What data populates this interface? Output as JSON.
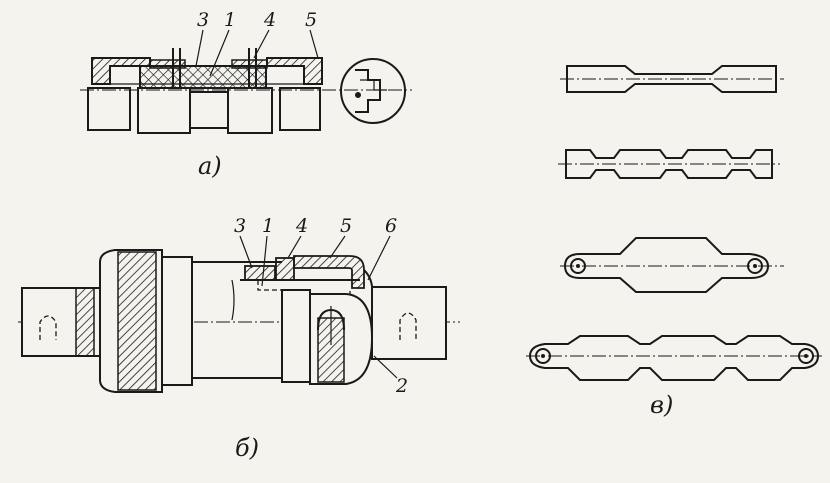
{
  "figure": {
    "view_a": {
      "caption": "а)",
      "callouts": [
        "3",
        "1",
        "4",
        "5"
      ]
    },
    "view_b": {
      "caption": "б)",
      "callouts": [
        "3",
        "1",
        "4",
        "5",
        "6",
        "2"
      ]
    },
    "view_c": {
      "caption": "в)"
    }
  },
  "colors": {
    "ink": "#1a1a1a",
    "paper": "#f4f3ee"
  }
}
